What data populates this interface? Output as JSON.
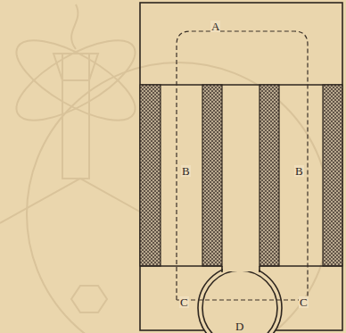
{
  "diagram": {
    "labels": [
      "A",
      "B",
      "B",
      "C",
      "C",
      "D"
    ]
  }
}
